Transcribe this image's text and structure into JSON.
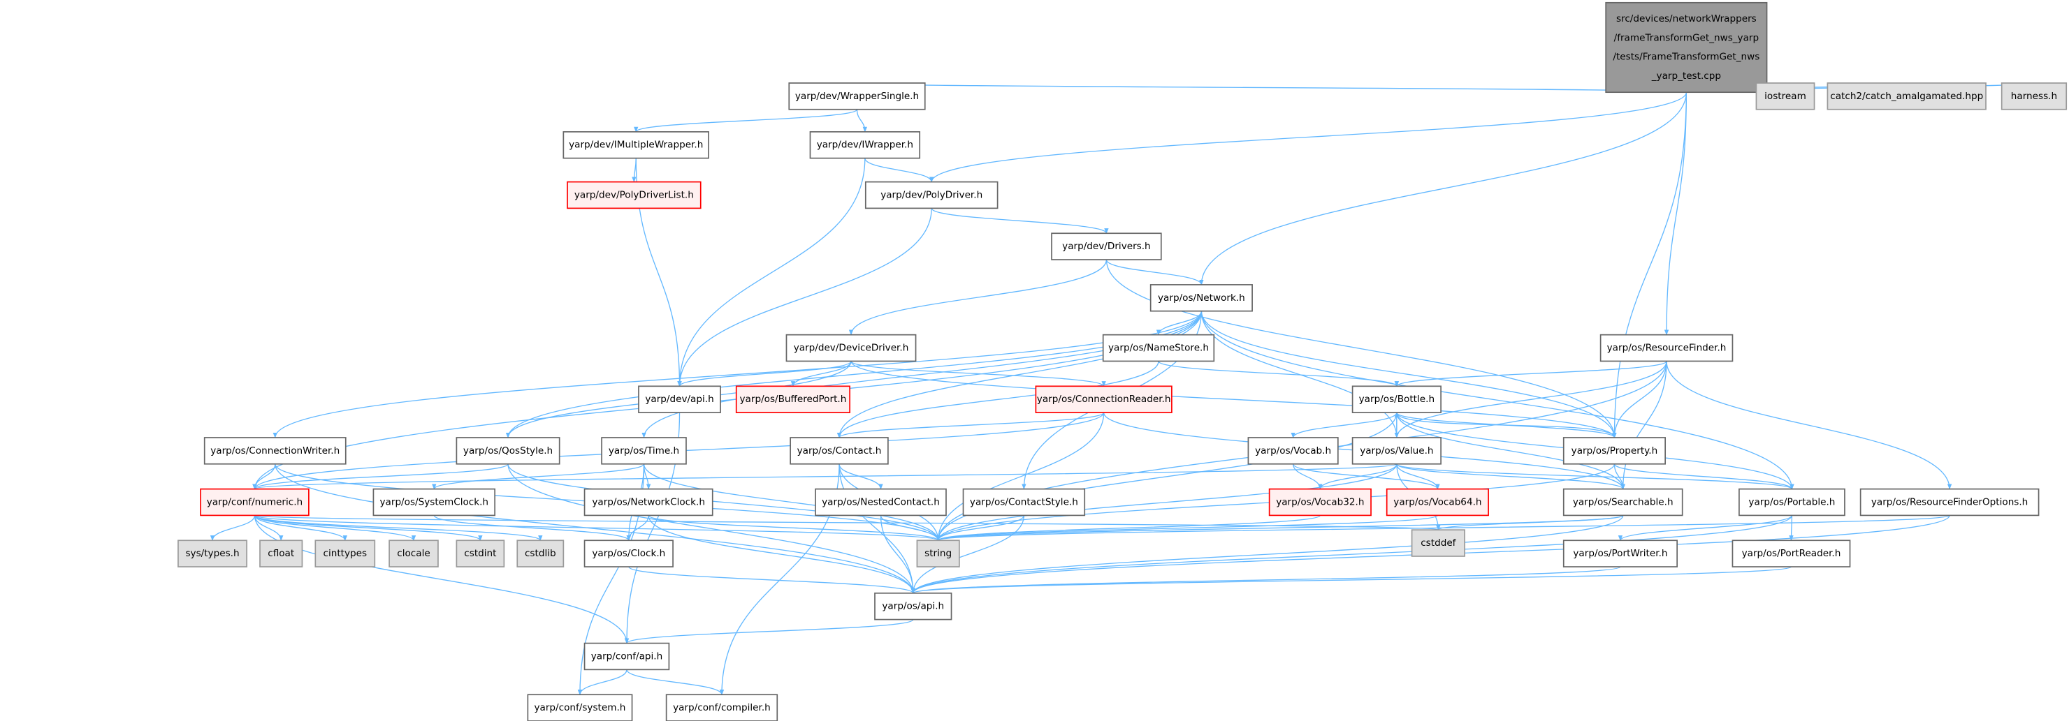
{
  "colors": {
    "edge": "#63b8ff",
    "main_fill": "#999999",
    "external_fill": "#e0e0e0",
    "incomplete_border": "#ff0000"
  },
  "nodes": [
    {
      "id": "main",
      "style": "main",
      "lines": [
        "src/devices/networkWrappers",
        "/frameTransformGet_nws_yarp",
        "/tests/FrameTransformGet_nws",
        "_yarp_test.cpp"
      ]
    },
    {
      "id": "iostream",
      "style": "ext",
      "label": "iostream"
    },
    {
      "id": "catch2",
      "style": "ext",
      "label": "catch2/catch_amalgamated.hpp"
    },
    {
      "id": "harness",
      "style": "ext",
      "label": "harness.h"
    },
    {
      "id": "wrappersingle",
      "style": "normal",
      "label": "yarp/dev/WrapperSingle.h"
    },
    {
      "id": "imultiplewrapper",
      "style": "normal",
      "label": "yarp/dev/IMultipleWrapper.h"
    },
    {
      "id": "polydriverlist",
      "style": "red",
      "label": "yarp/dev/PolyDriverList.h"
    },
    {
      "id": "iwrapper",
      "style": "normal",
      "label": "yarp/dev/IWrapper.h"
    },
    {
      "id": "polydriver",
      "style": "normal",
      "label": "yarp/dev/PolyDriver.h"
    },
    {
      "id": "drivers",
      "style": "normal",
      "label": "yarp/dev/Drivers.h"
    },
    {
      "id": "network",
      "style": "normal",
      "label": "yarp/os/Network.h"
    },
    {
      "id": "devicedriver",
      "style": "normal",
      "label": "yarp/dev/DeviceDriver.h"
    },
    {
      "id": "namestore",
      "style": "normal",
      "label": "yarp/os/NameStore.h"
    },
    {
      "id": "resourcefinder",
      "style": "normal",
      "label": "yarp/os/ResourceFinder.h"
    },
    {
      "id": "devapi",
      "style": "normal",
      "label": "yarp/dev/api.h"
    },
    {
      "id": "bufferedport",
      "style": "red",
      "label": "yarp/os/BufferedPort.h"
    },
    {
      "id": "connectionreader",
      "style": "red",
      "label": "yarp/os/ConnectionReader.h"
    },
    {
      "id": "bottle",
      "style": "normal",
      "label": "yarp/os/Bottle.h"
    },
    {
      "id": "connectionwriter",
      "style": "normal",
      "label": "yarp/os/ConnectionWriter.h"
    },
    {
      "id": "qosstyle",
      "style": "normal",
      "label": "yarp/os/QosStyle.h"
    },
    {
      "id": "time",
      "style": "normal",
      "label": "yarp/os/Time.h"
    },
    {
      "id": "contact",
      "style": "normal",
      "label": "yarp/os/Contact.h"
    },
    {
      "id": "vocab",
      "style": "normal",
      "label": "yarp/os/Vocab.h"
    },
    {
      "id": "value",
      "style": "normal",
      "label": "yarp/os/Value.h"
    },
    {
      "id": "property",
      "style": "normal",
      "label": "yarp/os/Property.h"
    },
    {
      "id": "numeric",
      "style": "red",
      "label": "yarp/conf/numeric.h"
    },
    {
      "id": "systemclock",
      "style": "normal",
      "label": "yarp/os/SystemClock.h"
    },
    {
      "id": "networkclock",
      "style": "normal",
      "label": "yarp/os/NetworkClock.h"
    },
    {
      "id": "nestedcontact",
      "style": "normal",
      "label": "yarp/os/NestedContact.h"
    },
    {
      "id": "contactstyle",
      "style": "normal",
      "label": "yarp/os/ContactStyle.h"
    },
    {
      "id": "vocab32",
      "style": "red",
      "label": "yarp/os/Vocab32.h"
    },
    {
      "id": "vocab64",
      "style": "red",
      "label": "yarp/os/Vocab64.h"
    },
    {
      "id": "searchable",
      "style": "normal",
      "label": "yarp/os/Searchable.h"
    },
    {
      "id": "portable",
      "style": "normal",
      "label": "yarp/os/Portable.h"
    },
    {
      "id": "rfoptions",
      "style": "normal",
      "label": "yarp/os/ResourceFinderOptions.h"
    },
    {
      "id": "systypes",
      "style": "ext",
      "label": "sys/types.h"
    },
    {
      "id": "cfloat",
      "style": "ext",
      "label": "cfloat"
    },
    {
      "id": "cinttypes",
      "style": "ext",
      "label": "cinttypes"
    },
    {
      "id": "clocale",
      "style": "ext",
      "label": "clocale"
    },
    {
      "id": "cstdint",
      "style": "ext",
      "label": "cstdint"
    },
    {
      "id": "cstdlib",
      "style": "ext",
      "label": "cstdlib"
    },
    {
      "id": "clock",
      "style": "normal",
      "label": "yarp/os/Clock.h"
    },
    {
      "id": "string",
      "style": "ext",
      "label": "string"
    },
    {
      "id": "cstddef",
      "style": "ext",
      "label": "cstddef"
    },
    {
      "id": "portwriter",
      "style": "normal",
      "label": "yarp/os/PortWriter.h"
    },
    {
      "id": "portreader",
      "style": "normal",
      "label": "yarp/os/PortReader.h"
    },
    {
      "id": "osapi",
      "style": "normal",
      "label": "yarp/os/api.h"
    },
    {
      "id": "confapi",
      "style": "normal",
      "label": "yarp/conf/api.h"
    },
    {
      "id": "confsystem",
      "style": "normal",
      "label": "yarp/conf/system.h"
    },
    {
      "id": "confcompiler",
      "style": "normal",
      "label": "yarp/conf/compiler.h"
    }
  ],
  "edges": [
    [
      "main",
      "wrappersingle"
    ],
    [
      "main",
      "polydriver"
    ],
    [
      "main",
      "network"
    ],
    [
      "main",
      "resourcefinder"
    ],
    [
      "main",
      "property"
    ],
    [
      "main",
      "iostream"
    ],
    [
      "main",
      "catch2"
    ],
    [
      "main",
      "harness"
    ],
    [
      "wrappersingle",
      "imultiplewrapper"
    ],
    [
      "wrappersingle",
      "iwrapper"
    ],
    [
      "imultiplewrapper",
      "polydriverlist"
    ],
    [
      "imultiplewrapper",
      "devapi"
    ],
    [
      "iwrapper",
      "polydriver"
    ],
    [
      "iwrapper",
      "devapi"
    ],
    [
      "polydriver",
      "drivers"
    ],
    [
      "polydriver",
      "devapi"
    ],
    [
      "drivers",
      "devicedriver"
    ],
    [
      "drivers",
      "network"
    ],
    [
      "drivers",
      "property"
    ],
    [
      "network",
      "namestore"
    ],
    [
      "network",
      "contact"
    ],
    [
      "network",
      "contactstyle"
    ],
    [
      "network",
      "time"
    ],
    [
      "network",
      "qosstyle"
    ],
    [
      "network",
      "connectionwriter"
    ],
    [
      "network",
      "value"
    ],
    [
      "network",
      "property"
    ],
    [
      "network",
      "portable"
    ],
    [
      "network",
      "numeric"
    ],
    [
      "devicedriver",
      "devapi"
    ],
    [
      "devicedriver",
      "bufferedport"
    ],
    [
      "devicedriver",
      "connectionreader"
    ],
    [
      "devicedriver",
      "property"
    ],
    [
      "devicedriver",
      "qosstyle"
    ],
    [
      "namestore",
      "contact"
    ],
    [
      "namestore",
      "bottle"
    ],
    [
      "resourcefinder",
      "bottle"
    ],
    [
      "resourcefinder",
      "value"
    ],
    [
      "resourcefinder",
      "property"
    ],
    [
      "resourcefinder",
      "searchable"
    ],
    [
      "resourcefinder",
      "rfoptions"
    ],
    [
      "resourcefinder",
      "string"
    ],
    [
      "devapi",
      "confapi"
    ],
    [
      "connectionreader",
      "contact"
    ],
    [
      "connectionreader",
      "string"
    ],
    [
      "connectionreader",
      "searchable"
    ],
    [
      "connectionreader",
      "numeric"
    ],
    [
      "bottle",
      "vocab"
    ],
    [
      "bottle",
      "value"
    ],
    [
      "bottle",
      "property"
    ],
    [
      "bottle",
      "portable"
    ],
    [
      "bottle",
      "searchable"
    ],
    [
      "bottle",
      "string"
    ],
    [
      "value",
      "bottle"
    ],
    [
      "value",
      "numeric"
    ],
    [
      "value",
      "vocab32"
    ],
    [
      "value",
      "vocab64"
    ],
    [
      "value",
      "searchable"
    ],
    [
      "value",
      "portable"
    ],
    [
      "value",
      "string"
    ],
    [
      "value",
      "cstddef"
    ],
    [
      "vocab",
      "vocab32"
    ],
    [
      "vocab",
      "vocab64"
    ],
    [
      "property",
      "bottle"
    ],
    [
      "property",
      "searchable"
    ],
    [
      "property",
      "portable"
    ],
    [
      "property",
      "string"
    ],
    [
      "connectionwriter",
      "numeric"
    ],
    [
      "connectionwriter",
      "osapi"
    ],
    [
      "connectionwriter",
      "string"
    ],
    [
      "qosstyle",
      "numeric"
    ],
    [
      "qosstyle",
      "osapi"
    ],
    [
      "qosstyle",
      "string"
    ],
    [
      "time",
      "systemclock"
    ],
    [
      "time",
      "networkclock"
    ],
    [
      "time",
      "clock"
    ],
    [
      "time",
      "confsystem"
    ],
    [
      "time",
      "string"
    ],
    [
      "contact",
      "nestedcontact"
    ],
    [
      "contact",
      "string"
    ],
    [
      "contact",
      "confcompiler"
    ],
    [
      "contact",
      "osapi"
    ],
    [
      "numeric",
      "systypes"
    ],
    [
      "numeric",
      "cfloat"
    ],
    [
      "numeric",
      "cinttypes"
    ],
    [
      "numeric",
      "clocale"
    ],
    [
      "numeric",
      "cstdint"
    ],
    [
      "numeric",
      "cstdlib"
    ],
    [
      "numeric",
      "confapi"
    ],
    [
      "numeric",
      "string"
    ],
    [
      "numeric",
      "cstddef"
    ],
    [
      "systemclock",
      "clock"
    ],
    [
      "networkclock",
      "clock"
    ],
    [
      "networkclock",
      "osapi"
    ],
    [
      "networkclock",
      "string"
    ],
    [
      "nestedcontact",
      "osapi"
    ],
    [
      "nestedcontact",
      "string"
    ],
    [
      "contactstyle",
      "osapi"
    ],
    [
      "contactstyle",
      "string"
    ],
    [
      "vocab32",
      "string"
    ],
    [
      "vocab64",
      "string"
    ],
    [
      "searchable",
      "string"
    ],
    [
      "searchable",
      "cstddef"
    ],
    [
      "searchable",
      "osapi"
    ],
    [
      "portable",
      "portwriter"
    ],
    [
      "portable",
      "portreader"
    ],
    [
      "portable",
      "osapi"
    ],
    [
      "rfoptions",
      "string"
    ],
    [
      "rfoptions",
      "osapi"
    ],
    [
      "clock",
      "osapi"
    ],
    [
      "portwriter",
      "osapi"
    ],
    [
      "portreader",
      "osapi"
    ],
    [
      "osapi",
      "confapi"
    ],
    [
      "confapi",
      "confsystem"
    ],
    [
      "confapi",
      "confcompiler"
    ]
  ]
}
